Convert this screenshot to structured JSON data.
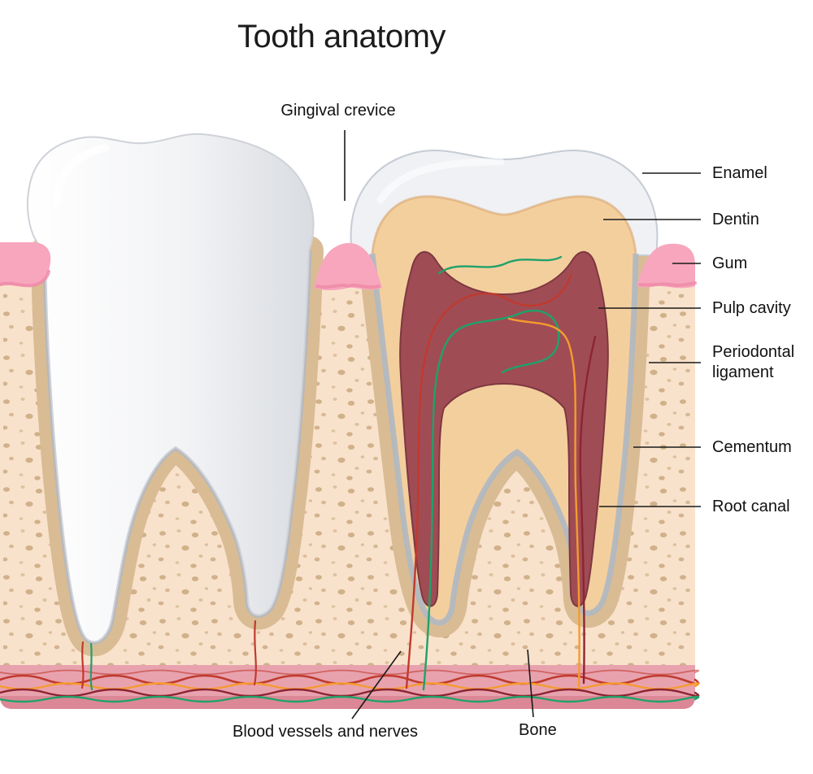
{
  "title": "Tooth anatomy",
  "labels": {
    "gingival_crevice": "Gingival crevice",
    "enamel": "Enamel",
    "dentin": "Dentin",
    "gum": "Gum",
    "pulp_cavity": "Pulp cavity",
    "periodontal_ligament": "Periodontal ligament",
    "cementum": "Cementum",
    "root_canal": "Root canal",
    "blood_vessels_nerves": "Blood vessels and nerves",
    "bone": "Bone"
  },
  "colors": {
    "enamel": "#eff1f4",
    "enamel_edge": "#c6ccd4",
    "dentin": "#f4cf9e",
    "dentin_junction": "#d9a76f",
    "pulp": "#a04c55",
    "pulp_edge": "#7e3840",
    "gum": "#f7a6bd",
    "gum_shade": "#ee8aa6",
    "bone": "#f9e2cb",
    "bone_speckle": "#c9a87f",
    "periodontal_ligament": "#d9bc94",
    "cementum": "#b2b8c0",
    "vessel_red": "#c03a2e",
    "vessel_dark_red": "#8e2432",
    "vessel_green": "#1fa26a",
    "vessel_orange": "#f59b2e",
    "vessel_band": "#e8a2ae",
    "vessel_band_deep": "#d98291",
    "leader_line": "#1a1a1a"
  }
}
